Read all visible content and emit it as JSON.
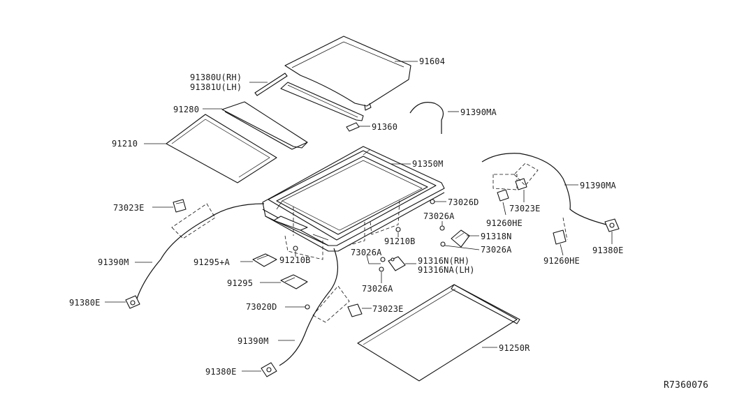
{
  "diagram": {
    "reference_code": "R7360076",
    "labels": {
      "p91604": "91604",
      "p91380u": "91380U(RH)",
      "p91381u": "91381U(LH)",
      "p91280": "91280",
      "p91390ma_top": "91390MA",
      "p91360": "91360",
      "p91210": "91210",
      "p91350m": "91350M",
      "p91390ma_right": "91390MA",
      "p73023e_left": "73023E",
      "p73026d": "73026D",
      "p73023e_right": "73023E",
      "p73026a_top": "73026A",
      "p91260he_upper": "91260HE",
      "p91210b_right": "91210B",
      "p91318n": "91318N",
      "p91210b_left": "91210B",
      "p73026a_mid": "73026A",
      "p73026a_right": "73026A",
      "p91390m_left": "91390M",
      "p91295a": "91295+A",
      "p91316n": "91316N(RH)",
      "p91316na": "91316NA(LH)",
      "p91380e_right": "91380E",
      "p91260he_lower": "91260HE",
      "p91295": "91295",
      "p73026a_bottom": "73026A",
      "p91380e_left": "91380E",
      "p73020d": "73020D",
      "p73023e_bottom": "73023E",
      "p91390m_bottom": "91390M",
      "p91250r": "91250R",
      "p91380e_bottom": "91380E"
    }
  }
}
